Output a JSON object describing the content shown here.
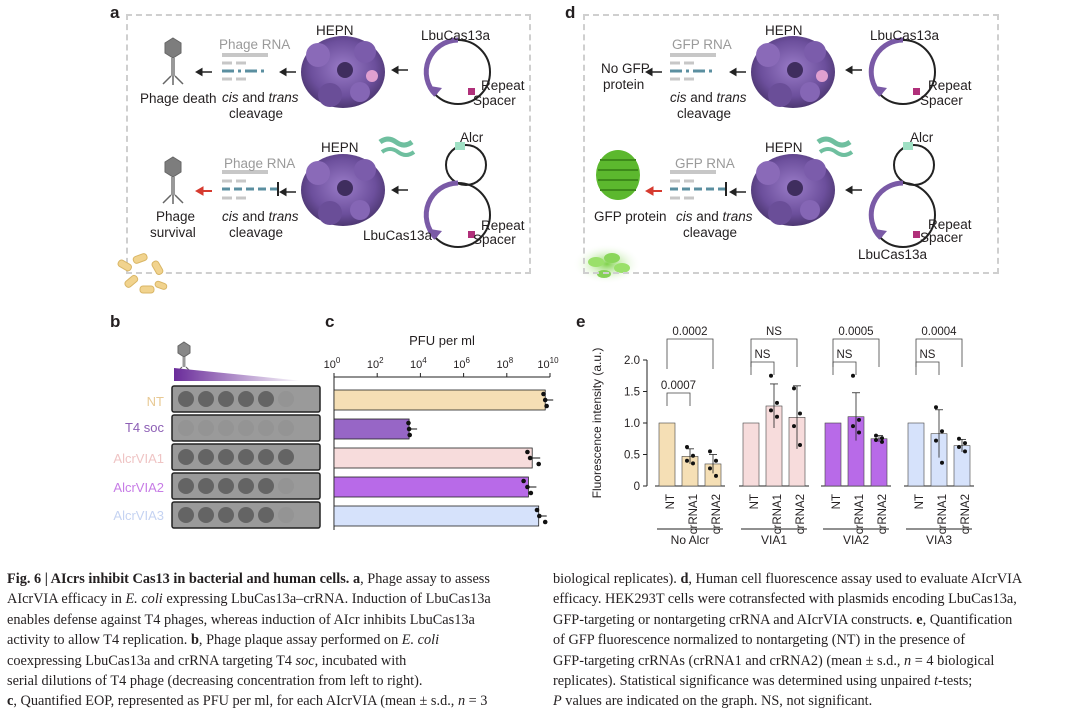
{
  "panel_a": {
    "letter": "a",
    "top": {
      "rna_label": "Phage RNA",
      "outcome": "Phage death",
      "cleavage_1": "cis",
      "cleavage_2": " and ",
      "cleavage_3": "trans",
      "cleavage_4": "cleavage",
      "hepn": "HEPN",
      "plasmid_name": "LbuCas13a",
      "repeat": "Repeat",
      "spacer": "Spacer"
    },
    "bottom": {
      "rna_label": "Phage RNA",
      "outcome_1": "Phage",
      "outcome_2": "survival",
      "cleavage_1": "cis",
      "cleavage_2": " and ",
      "cleavage_3": "trans",
      "cleavage_4": "cleavage",
      "hepn": "HEPN",
      "protein_name": "LbuCas13a",
      "acr": "Alcr",
      "repeat": "Repeat",
      "spacer": "Spacer"
    }
  },
  "panel_d": {
    "letter": "d",
    "top": {
      "rna_label": "GFP RNA",
      "outcome_1": "No GFP",
      "outcome_2": "protein",
      "cleavage_1": "cis",
      "cleavage_2": " and ",
      "cleavage_3": "trans",
      "cleavage_4": "cleavage",
      "hepn": "HEPN",
      "plasmid_name": "LbuCas13a",
      "repeat": "Repeat",
      "spacer": "Spacer"
    },
    "bottom": {
      "rna_label": "GFP RNA",
      "outcome": "GFP protein",
      "cleavage_1": "cis",
      "cleavage_2": " and ",
      "cleavage_3": "trans",
      "cleavage_4": "cleavage",
      "hepn": "HEPN",
      "plasmid_name": "LbuCas13a",
      "acr": "Alcr",
      "repeat": "Repeat",
      "spacer": "Spacer"
    }
  },
  "panel_b": {
    "letter": "b",
    "strains": [
      {
        "name": "NT",
        "color": "#e8c994"
      },
      {
        "name": "T4 soc",
        "color": "#8d5fb5"
      },
      {
        "name": "AlcrVIA1",
        "color": "#efc4c4"
      },
      {
        "name": "AlcrVIA2",
        "color": "#c77ce6"
      },
      {
        "name": "AlcrVIA3",
        "color": "#c5d3f2"
      }
    ]
  },
  "colors": {
    "NT": "#f5dfb5",
    "T4soc": "#9766c6",
    "VIA1": "#f7dcdc",
    "VIA2": "#b86ae8",
    "VIA3": "#d6e2fb",
    "cas13_purple": "#7a5aa6",
    "dashes_blue": "#5b8fa0",
    "gfp_green": "#5cb82e",
    "red_arrow": "#d63a2f"
  },
  "chart_data": [
    {
      "type": "bar",
      "panel": "c",
      "title": "PFU per ml",
      "x_scale": "log",
      "xlim": [
        1,
        10000000000
      ],
      "x_tick_labels": [
        "10^0",
        "10^2",
        "10^4",
        "10^6",
        "10^8",
        "10^10"
      ],
      "categories": [
        "NT",
        "T4 soc",
        "AlcrVIA1",
        "AlcrVIA2",
        "AlcrVIA3"
      ],
      "values": [
        6000000000,
        3000,
        1500000000,
        1000000000,
        3000000000
      ],
      "replicates": [
        [
          5000000000,
          6000000000,
          7000000000
        ],
        [
          2800.0,
          3000,
          3200
        ],
        [
          900000000,
          1200000000,
          3000000000
        ],
        [
          600000000,
          900000000,
          1300000000
        ],
        [
          2500000000,
          3200000000,
          6000000000
        ]
      ],
      "grid": false
    },
    {
      "type": "bar",
      "panel": "e",
      "ylabel": "Fluorescence intensity (a.u.)",
      "ylim": [
        0,
        2.0
      ],
      "y_ticks": [
        "0",
        "0.5",
        "1.0",
        "1.5",
        "2.0"
      ],
      "groups": [
        "No Alcr",
        "VIA1",
        "VIA2",
        "VIA3"
      ],
      "categories": [
        "NT",
        "crRNA1",
        "crRNA2"
      ],
      "series": [
        {
          "group": "No Alcr",
          "values": [
            1.0,
            0.47,
            0.35
          ],
          "sd": [
            0,
            0.12,
            0.15
          ],
          "points": [
            [
              1.0
            ],
            [
              0.62,
              0.48,
              0.4,
              0.36
            ],
            [
              0.55,
              0.4,
              0.28,
              0.16
            ]
          ]
        },
        {
          "group": "VIA1",
          "values": [
            1.0,
            1.27,
            1.09
          ],
          "sd": [
            0,
            0.35,
            0.5
          ],
          "points": [
            [
              1.0
            ],
            [
              1.75,
              1.32,
              1.2,
              1.1
            ],
            [
              1.55,
              1.15,
              0.95,
              0.65
            ]
          ]
        },
        {
          "group": "VIA2",
          "values": [
            1.0,
            1.1,
            0.75
          ],
          "sd": [
            0,
            0.38,
            0.05
          ],
          "points": [
            [
              1.0
            ],
            [
              1.75,
              1.05,
              0.95,
              0.85
            ],
            [
              0.8,
              0.76,
              0.73,
              0.7
            ]
          ]
        },
        {
          "group": "VIA3",
          "values": [
            1.0,
            0.83,
            0.64
          ],
          "sd": [
            0,
            0.38,
            0.1
          ],
          "points": [
            [
              1.0
            ],
            [
              1.25,
              0.87,
              0.72,
              0.37
            ],
            [
              0.75,
              0.68,
              0.62,
              0.55
            ]
          ]
        }
      ],
      "comparisons": [
        {
          "group": "No Alcr",
          "pair": [
            "NT",
            "crRNA1"
          ],
          "label": "0.0007"
        },
        {
          "group": "No Alcr",
          "pair": [
            "NT",
            "crRNA2"
          ],
          "label": "0.0002"
        },
        {
          "group": "VIA1",
          "pair": [
            "NT",
            "crRNA1"
          ],
          "label": "NS"
        },
        {
          "group": "VIA1",
          "pair": [
            "NT",
            "crRNA2"
          ],
          "label": "NS"
        },
        {
          "group": "VIA2",
          "pair": [
            "NT",
            "crRNA1"
          ],
          "label": "NS"
        },
        {
          "group": "VIA2",
          "pair": [
            "NT",
            "crRNA2"
          ],
          "label": "0.0005"
        },
        {
          "group": "VIA3",
          "pair": [
            "NT",
            "crRNA1"
          ],
          "label": "NS"
        },
        {
          "group": "VIA3",
          "pair": [
            "NT",
            "crRNA2"
          ],
          "label": "0.0004"
        }
      ]
    }
  ],
  "caption_left": {
    "fig_label": "Fig. 6 | ",
    "title": "AIcrs inhibit Cas13 in bacterial and human cells.",
    "line1_a": " ",
    "line1_b": "a",
    "line1_c": ", Phage assay to assess",
    "line2_a": "AIcrVIA efficacy in ",
    "line2_b": "E. coli",
    "line2_c": " expressing LbuCas13a–crRNA. Induction of LbuCas13a",
    "line3": "enables defense against T4 phages, whereas induction of AIcr inhibits LbuCas13a",
    "line4_a": "activity to allow T4 replication. ",
    "line4_b": "b",
    "line4_c": ", Phage plaque assay performed on ",
    "line4_d": "E. coli",
    "line5_a": "coexpressing LbuCas13a and crRNA targeting T4 ",
    "line5_b": "soc",
    "line5_c": ", incubated with",
    "line6": "serial dilutions of T4 phage (decreasing concentration from left to right).",
    "line7_a": "c",
    "line7_b": ", Quantified EOP, represented as PFU per ml, for each AIcrVIA (mean ± s.d., ",
    "line7_c": "n",
    "line7_d": " = 3"
  },
  "caption_right": {
    "line1_a": "biological replicates). ",
    "line1_b": "d",
    "line1_c": ", Human cell fluorescence assay used to evaluate AIcrVIA",
    "line2": "efficacy. HEK293T cells were cotransfected with plasmids encoding LbuCas13a,",
    "line3_a": "GFP-targeting or nontargeting crRNA and AIcrVIA constructs. ",
    "line3_b": "e",
    "line3_c": ", Quantification",
    "line4": "of GFP fluorescence normalized to nontargeting (NT) in the presence of",
    "line5_a": "GFP-targeting crRNAs (crRNA1 and crRNA2) (mean ± s.d., ",
    "line5_b": "n",
    "line5_c": " = 4 biological",
    "line6_a": "replicates). Statistical significance was determined using unpaired ",
    "line6_b": "t",
    "line6_c": "-tests;",
    "line7_a": "P",
    "line7_b": " values are indicated on the graph. NS, not significant."
  }
}
